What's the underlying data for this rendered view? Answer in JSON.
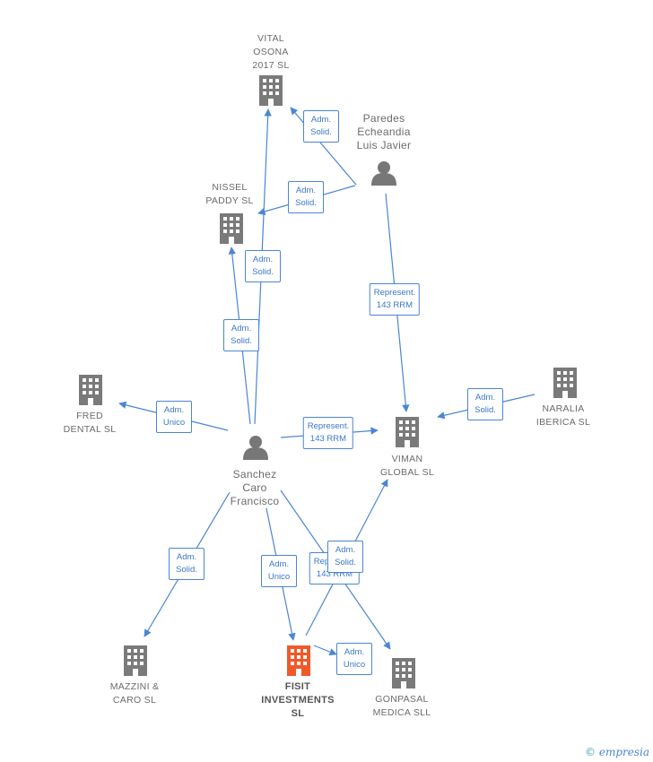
{
  "nodes": [
    {
      "id": "vital",
      "type": "company",
      "label": "VITAL\nOSONA\n2017  SL"
    },
    {
      "id": "nissel",
      "type": "company",
      "label": "NISSEL\nPADDY  SL"
    },
    {
      "id": "paredes",
      "type": "person",
      "label": "Paredes\nEcheandia\nLuis Javier"
    },
    {
      "id": "fred",
      "type": "company",
      "label": "FRED\nDENTAL  SL"
    },
    {
      "id": "sanchez",
      "type": "person",
      "label": "Sanchez\nCaro\nFrancisco"
    },
    {
      "id": "viman",
      "type": "company",
      "label": "VIMAN\nGLOBAL  SL"
    },
    {
      "id": "naralia",
      "type": "company",
      "label": "NARALIA\nIBERICA  SL"
    },
    {
      "id": "mazzini",
      "type": "company",
      "label": "MAZZINI &\nCARO SL"
    },
    {
      "id": "fisit",
      "type": "focus",
      "label": "FISIT\nINVESTMENTS\nSL"
    },
    {
      "id": "gonpasal",
      "type": "company",
      "label": "GONPASAL\nMEDICA SLL"
    }
  ],
  "edges": [
    {
      "from": "paredes",
      "to": "vital",
      "label": "Adm.\nSolid."
    },
    {
      "from": "paredes",
      "to": "nissel",
      "label": "Adm.\nSolid."
    },
    {
      "from": "paredes",
      "to": "viman",
      "label": "Represent.\n143 RRM"
    },
    {
      "from": "sanchez",
      "to": "vital",
      "label": "Adm.\nSolid."
    },
    {
      "from": "sanchez",
      "to": "nissel",
      "label": "Adm.\nSolid."
    },
    {
      "from": "sanchez",
      "to": "fred",
      "label": "Adm.\nUnico"
    },
    {
      "from": "sanchez",
      "to": "viman",
      "label": "Represent.\n143 RRM"
    },
    {
      "from": "naralia",
      "to": "viman",
      "label": "Adm.\nSolid."
    },
    {
      "from": "sanchez",
      "to": "mazzini",
      "label": "Adm.\nSolid."
    },
    {
      "from": "sanchez",
      "to": "fisit",
      "label": "Adm.\nUnico"
    },
    {
      "from": "sanchez",
      "to": "gonpasal",
      "label": "Represent.\n143 RRM"
    },
    {
      "from": "fisit",
      "to": "viman",
      "label": "Adm.\nSolid."
    },
    {
      "from": "fisit",
      "to": "gonpasal",
      "label": "Adm.\nUnico"
    }
  ],
  "colors": {
    "edge": "#4a86d4",
    "company_icon": "#7a7a7a",
    "focus_icon": "#f05a28",
    "person_icon": "#777777"
  },
  "watermark": {
    "symbol": "©",
    "text": "mpresia",
    "initial": "e"
  }
}
